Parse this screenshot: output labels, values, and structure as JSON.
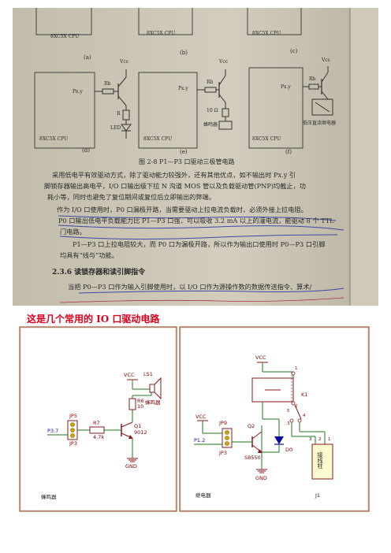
{
  "photo": {
    "fig_headers": [
      "8XC5X CPU",
      "8XC5X CPU",
      "8XC5X CPU"
    ],
    "fig_labels": [
      "(a)",
      "(b)",
      "(c)",
      "(d)",
      "(e)",
      "(f)"
    ],
    "circuit_labels": {
      "vcc": "Vcc",
      "pxy": "Px.y",
      "rb": "Rb",
      "r": "R",
      "led": "LED",
      "ten_ohm": "10 Ω",
      "buzzer": "蜂鸣器",
      "relay": "低压直流继电器",
      "cpu": "8XC5X CPU"
    },
    "figure_caption": "图 2-8  P1—P3 口驱动三极管电路",
    "paragraph_lines": [
      "采用低电平有效驱动方式，除了驱动能力较强外，还有其他优点，如不输出时 Px.y 引",
      "脚锁存器输出高电平，I/O 口输出级下拉 N 沟道 MOS 管以及负载驱动管(PNP)均截止，功",
      "耗小等，同时也避免了复位期间或复位后立即输出的弊端。",
      "作为 I/O 口使用时，P0 口漏极开路，当需要驱动上拉电流负载时，必须外接上拉电阻。",
      "P0 口输出低电平负载能力比 P1—P3 口强，可以吸收 3.2 mA 以上的灌电流，能驱动 8 个 TTL",
      "门电路。",
      "P1—P3 口上拉电阻较大，而 P0 口为漏极开路，所以作为输出口使用时 P0—P3 口引脚",
      "均具有“线与”功能。"
    ],
    "section_title": "2.3.6  读锁存器和读引脚指令",
    "section_line": "当把 P0—P3 口作为输入引脚使用时，以 I/O 口作为源操作数的数据传送指令、算术/"
  },
  "caption": "这是几个常用的 IO 口驱动电路",
  "buzzer_circuit": {
    "vcc": "VCC",
    "ls1": "LS1",
    "r6": "R6",
    "r6_value": "10",
    "buzzer_label": "蜂鸣器",
    "jp5": "JP5",
    "jp3": "JP3",
    "p37": "P3.7",
    "r7": "R7",
    "r7_value": "4.7k",
    "q1": "Q1",
    "q1_type": "9012",
    "gnd": "GND",
    "footer": "蜂鸣器"
  },
  "relay_circuit": {
    "vcc_top": "VCC",
    "k1": "K1",
    "vcc_left": "VCC",
    "jp9": "JP9",
    "jp3": "JP3",
    "p12": "P1.2",
    "q2": "Q2",
    "q2_type": "S8550",
    "d0": "D0",
    "gnd": "GND",
    "terminal": "接线柱",
    "footer": "继电器",
    "j1": "J1",
    "pin_labels": [
      "1",
      "2",
      "3",
      "4",
      "5",
      "1",
      "2",
      "3"
    ]
  }
}
